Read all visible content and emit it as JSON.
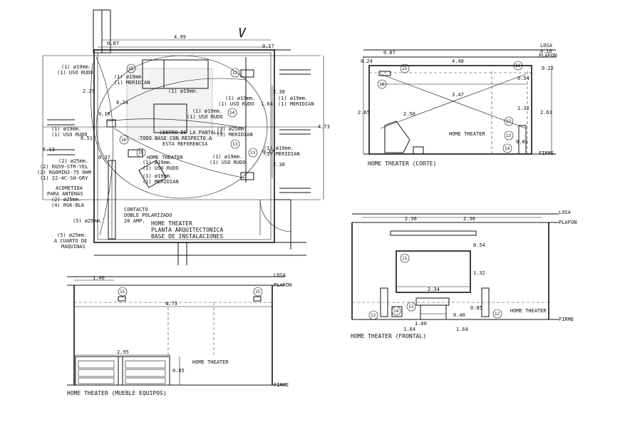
{
  "plan": {
    "top_dims": [
      "0.87",
      "4.99",
      "0.17"
    ],
    "side_dims": [
      "2.29",
      "0.10",
      "0.24",
      "0.51",
      "6.13",
      "0.37",
      "2.38",
      "1.64",
      "2.38",
      "4.73",
      "0.17"
    ],
    "section_mark": "V",
    "circles": [
      "15",
      "12",
      "14",
      "16",
      "13",
      "15",
      "13"
    ],
    "notes": [
      "(1) ø19mm.",
      "(1) USO RUDO",
      "(1) ø19mm.",
      "(1) MERIDIAN",
      "(1) ø19mm.",
      "(1) ø19mm.",
      "(1) USO RUDO",
      "(1) ø19mm.",
      "(1) MERIDIAN",
      "(1) ø19mm.",
      "(1) USO RUDO",
      "(3) ø25mm.",
      "(3) MERIDIAN",
      "(1) ø19mm.",
      "(1) USO RUDO",
      "(1) ø19mm.",
      "(1) MERIDIAN",
      "(1) ø19mm.",
      "(1) USO RUDO",
      "(2) ø25mm.",
      "(2) RG59-STR-YEL",
      "(2) RG6MINI-75 OHM",
      "(1) 22-4C-SH-GRY",
      "ACOMETIDA",
      "PARA ANTENAS",
      "(2) ø25mm.",
      "(4) RG6-BLK",
      "(5) ø25mm.",
      "(5) ø25mm.",
      "A CUARTO DE",
      "MAQUINAS",
      "CONTACTO",
      "DOBLE POLARIZADO",
      "20 AMP.",
      "(1) ø19mm.",
      "(1) USO RUDO",
      "(1) ø19mm.",
      "(1) MERIDIAN",
      "CENTRO DE LA PANTALLA",
      "TODO BASE CON RESPECTO A",
      "ESTA REFERENCIA",
      "HOME THEATER"
    ],
    "title_lines": [
      "HOME THEATER",
      "PLANTA ARQUITECTONICA",
      "BASE DE INSTALACIONES"
    ]
  },
  "corte": {
    "dims": [
      "0.87",
      "4.48",
      "0.24",
      "0.10",
      "0.22",
      "0.54",
      "3.47",
      "1.32",
      "2.50",
      "2.65",
      "2.63",
      "0.85"
    ],
    "labels": [
      "LOSA",
      "PLAFON",
      "FIRME",
      "HOME THEATER"
    ],
    "circles": [
      "15",
      "11",
      "16",
      "12",
      "13",
      "14"
    ],
    "title": "HOME THEATER (CORTE)"
  },
  "frontal": {
    "dims": [
      "2.36",
      "2.36",
      "0.54",
      "1.32",
      "2.34",
      "0.85",
      "0.40",
      "1.00",
      "1.64",
      "1.64"
    ],
    "labels": [
      "LOSA",
      "PLAFON",
      "HOME THEATER",
      "FIRME"
    ],
    "circles": [
      "11",
      "12",
      "13",
      "14",
      "12"
    ],
    "title": "HOME THEATER (FRONTAL)"
  },
  "mueble": {
    "dims": [
      "1.40",
      "4.73",
      "2.95",
      "0.85"
    ],
    "labels": [
      "LOSA",
      "PLAFON",
      "HOME THEATER",
      "FIRME"
    ],
    "circles": [
      "15",
      "15"
    ],
    "title": "HOME THEATER (MUEBLE EQUIPOS)"
  }
}
